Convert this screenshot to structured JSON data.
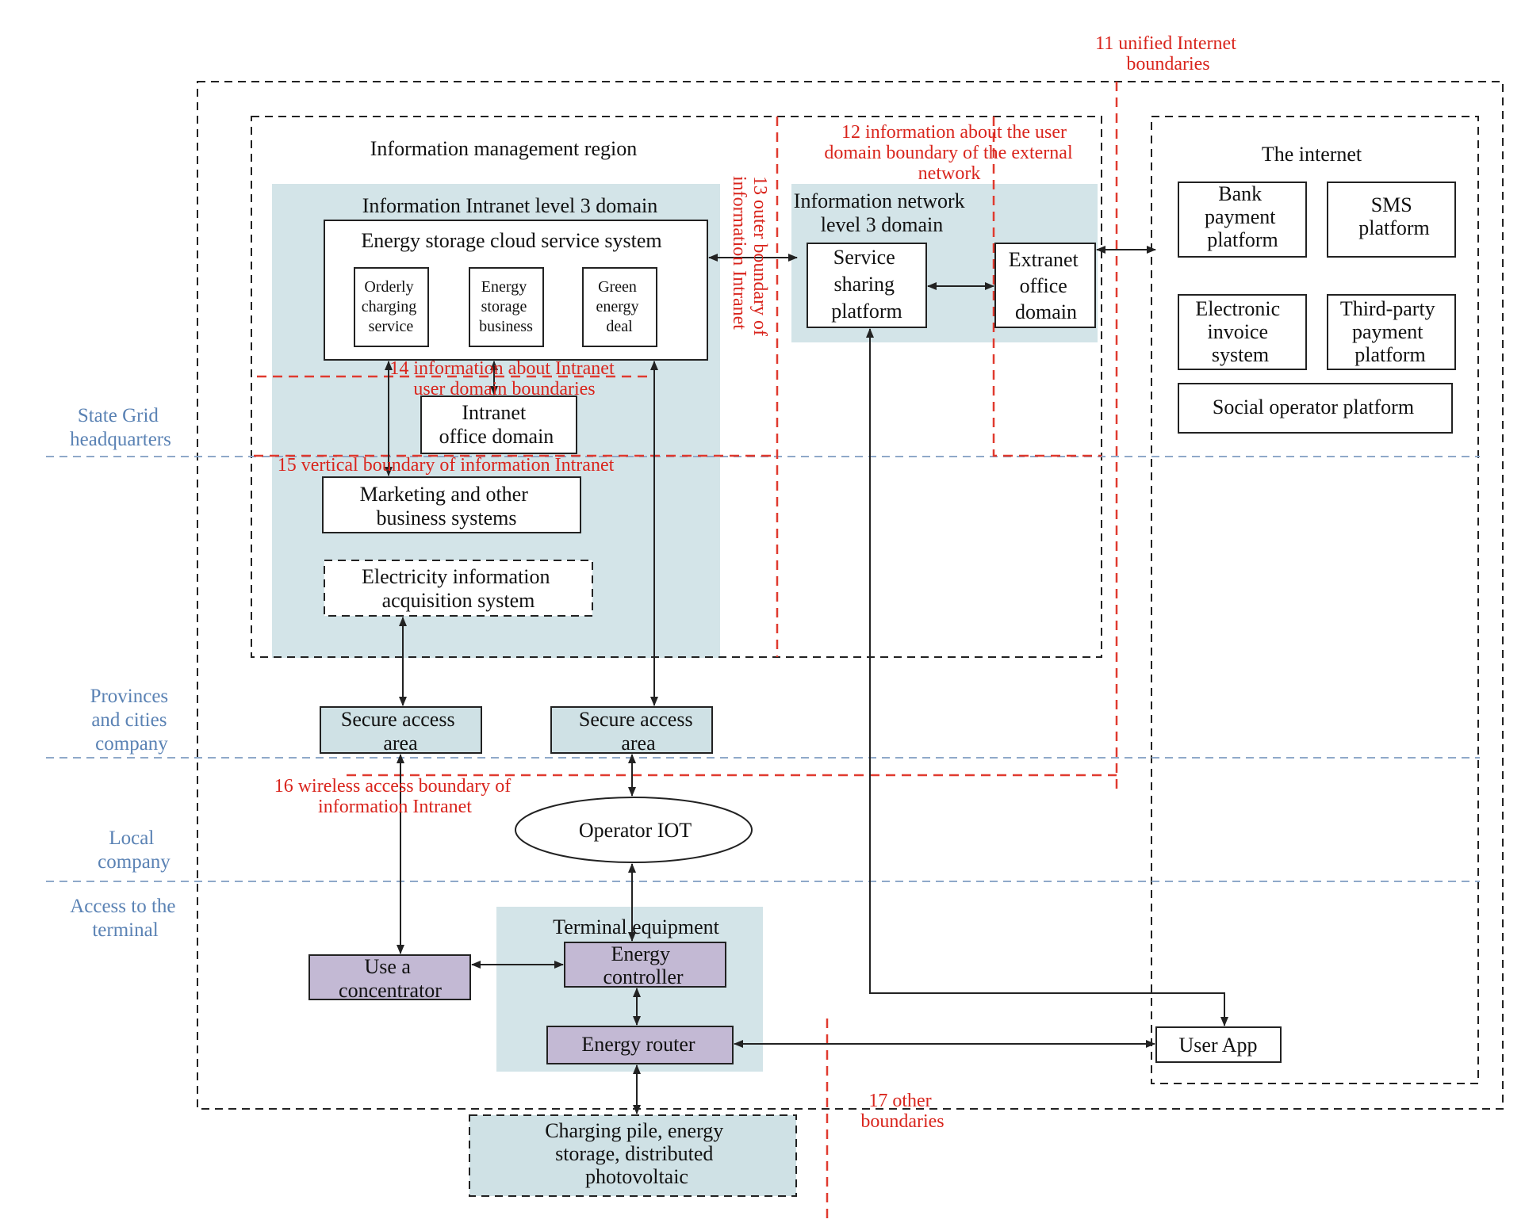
{
  "regions": {
    "info_mgmt": "Information management region",
    "internet": "The internet",
    "intranet_l3": "Information Intranet level 3 domain",
    "network_l3": [
      "Information network",
      "level 3 domain"
    ],
    "terminal_equipment": "Terminal equipment"
  },
  "tiers": {
    "hq": [
      "State Grid",
      "headquarters"
    ],
    "provinces": [
      "Provinces",
      "and cities",
      "company"
    ],
    "local": [
      "Local",
      "company"
    ],
    "access": [
      "Access to the",
      "terminal"
    ]
  },
  "boundaries": {
    "b11": [
      "11 unified Internet",
      "boundaries"
    ],
    "b12": [
      "12 information about the user",
      "domain boundary of the external",
      "network"
    ],
    "b13": [
      "13 outer boundary of",
      "information Intranet"
    ],
    "b14": [
      "14 information about Intranet",
      "user domain boundaries"
    ],
    "b15": "15 vertical boundary of information Intranet",
    "b16": [
      "16 wireless access boundary of",
      "information Intranet"
    ],
    "b17": [
      "17 other",
      "boundaries"
    ]
  },
  "nodes": {
    "cloud": "Energy storage cloud service system",
    "orderly": [
      "Orderly",
      "charging",
      "service"
    ],
    "storage_biz": [
      "Energy",
      "storage",
      "business"
    ],
    "green": [
      "Green",
      "energy",
      "deal"
    ],
    "intranet_office": [
      "Intranet",
      "office domain"
    ],
    "marketing": [
      "Marketing and other",
      "business systems"
    ],
    "acquisition": [
      "Electricity information",
      "acquisition system"
    ],
    "service_sharing": [
      "Service",
      "sharing",
      "platform"
    ],
    "extranet": [
      "Extranet",
      "office",
      "domain"
    ],
    "bank": [
      "Bank",
      "payment",
      "platform"
    ],
    "sms": [
      "SMS",
      "platform"
    ],
    "einvoice": [
      "Electronic",
      "invoice",
      "system"
    ],
    "thirdparty": [
      "Third-party",
      "payment",
      "platform"
    ],
    "social": "Social operator platform",
    "secure1": [
      "Secure access",
      "area"
    ],
    "secure2": [
      "Secure access",
      "area"
    ],
    "operator_iot": "Operator IOT",
    "concentrator": [
      "Use a",
      "concentrator"
    ],
    "energy_controller": [
      "Energy",
      "controller"
    ],
    "energy_router": "Energy router",
    "user_app": "User App",
    "charging": [
      "Charging pile, energy",
      "storage, distributed",
      "photovoltaic"
    ]
  },
  "colors": {
    "boundary_red": "#d9251d",
    "tier_blue": "#5a82b4",
    "domain_tint": "#d3e4e8",
    "device_purple": "#c3b9d4"
  }
}
